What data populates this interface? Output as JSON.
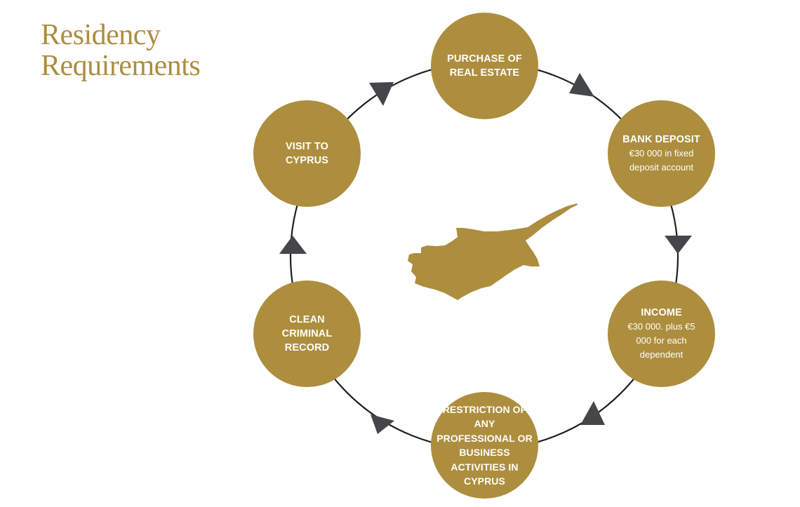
{
  "title": {
    "line1": "Residency",
    "line2": "Requirements"
  },
  "colors": {
    "gold": "#ad8e3e",
    "arrow": "#45464a",
    "ring": "#1f1f1f",
    "text": "#ffffff"
  },
  "center_icon": "cyprus-map-silhouette",
  "steps": [
    {
      "title": "PURCHASE OF REAL ESTATE",
      "detail": ""
    },
    {
      "title": "BANK DEPOSIT",
      "detail": "€30 000 in fixed deposit account"
    },
    {
      "title": "INCOME",
      "detail": "€30 000. plus €5 000 for each dependent"
    },
    {
      "title": "RESTRICTION OF ANY PROFESSIONAL OR BUSINESS ACTIVITIES IN CYPRUS",
      "detail": ""
    },
    {
      "title": "CLEAN CRIMINAL RECORD",
      "detail": ""
    },
    {
      "title": "VISIT TO CYPRUS",
      "detail": ""
    }
  ]
}
